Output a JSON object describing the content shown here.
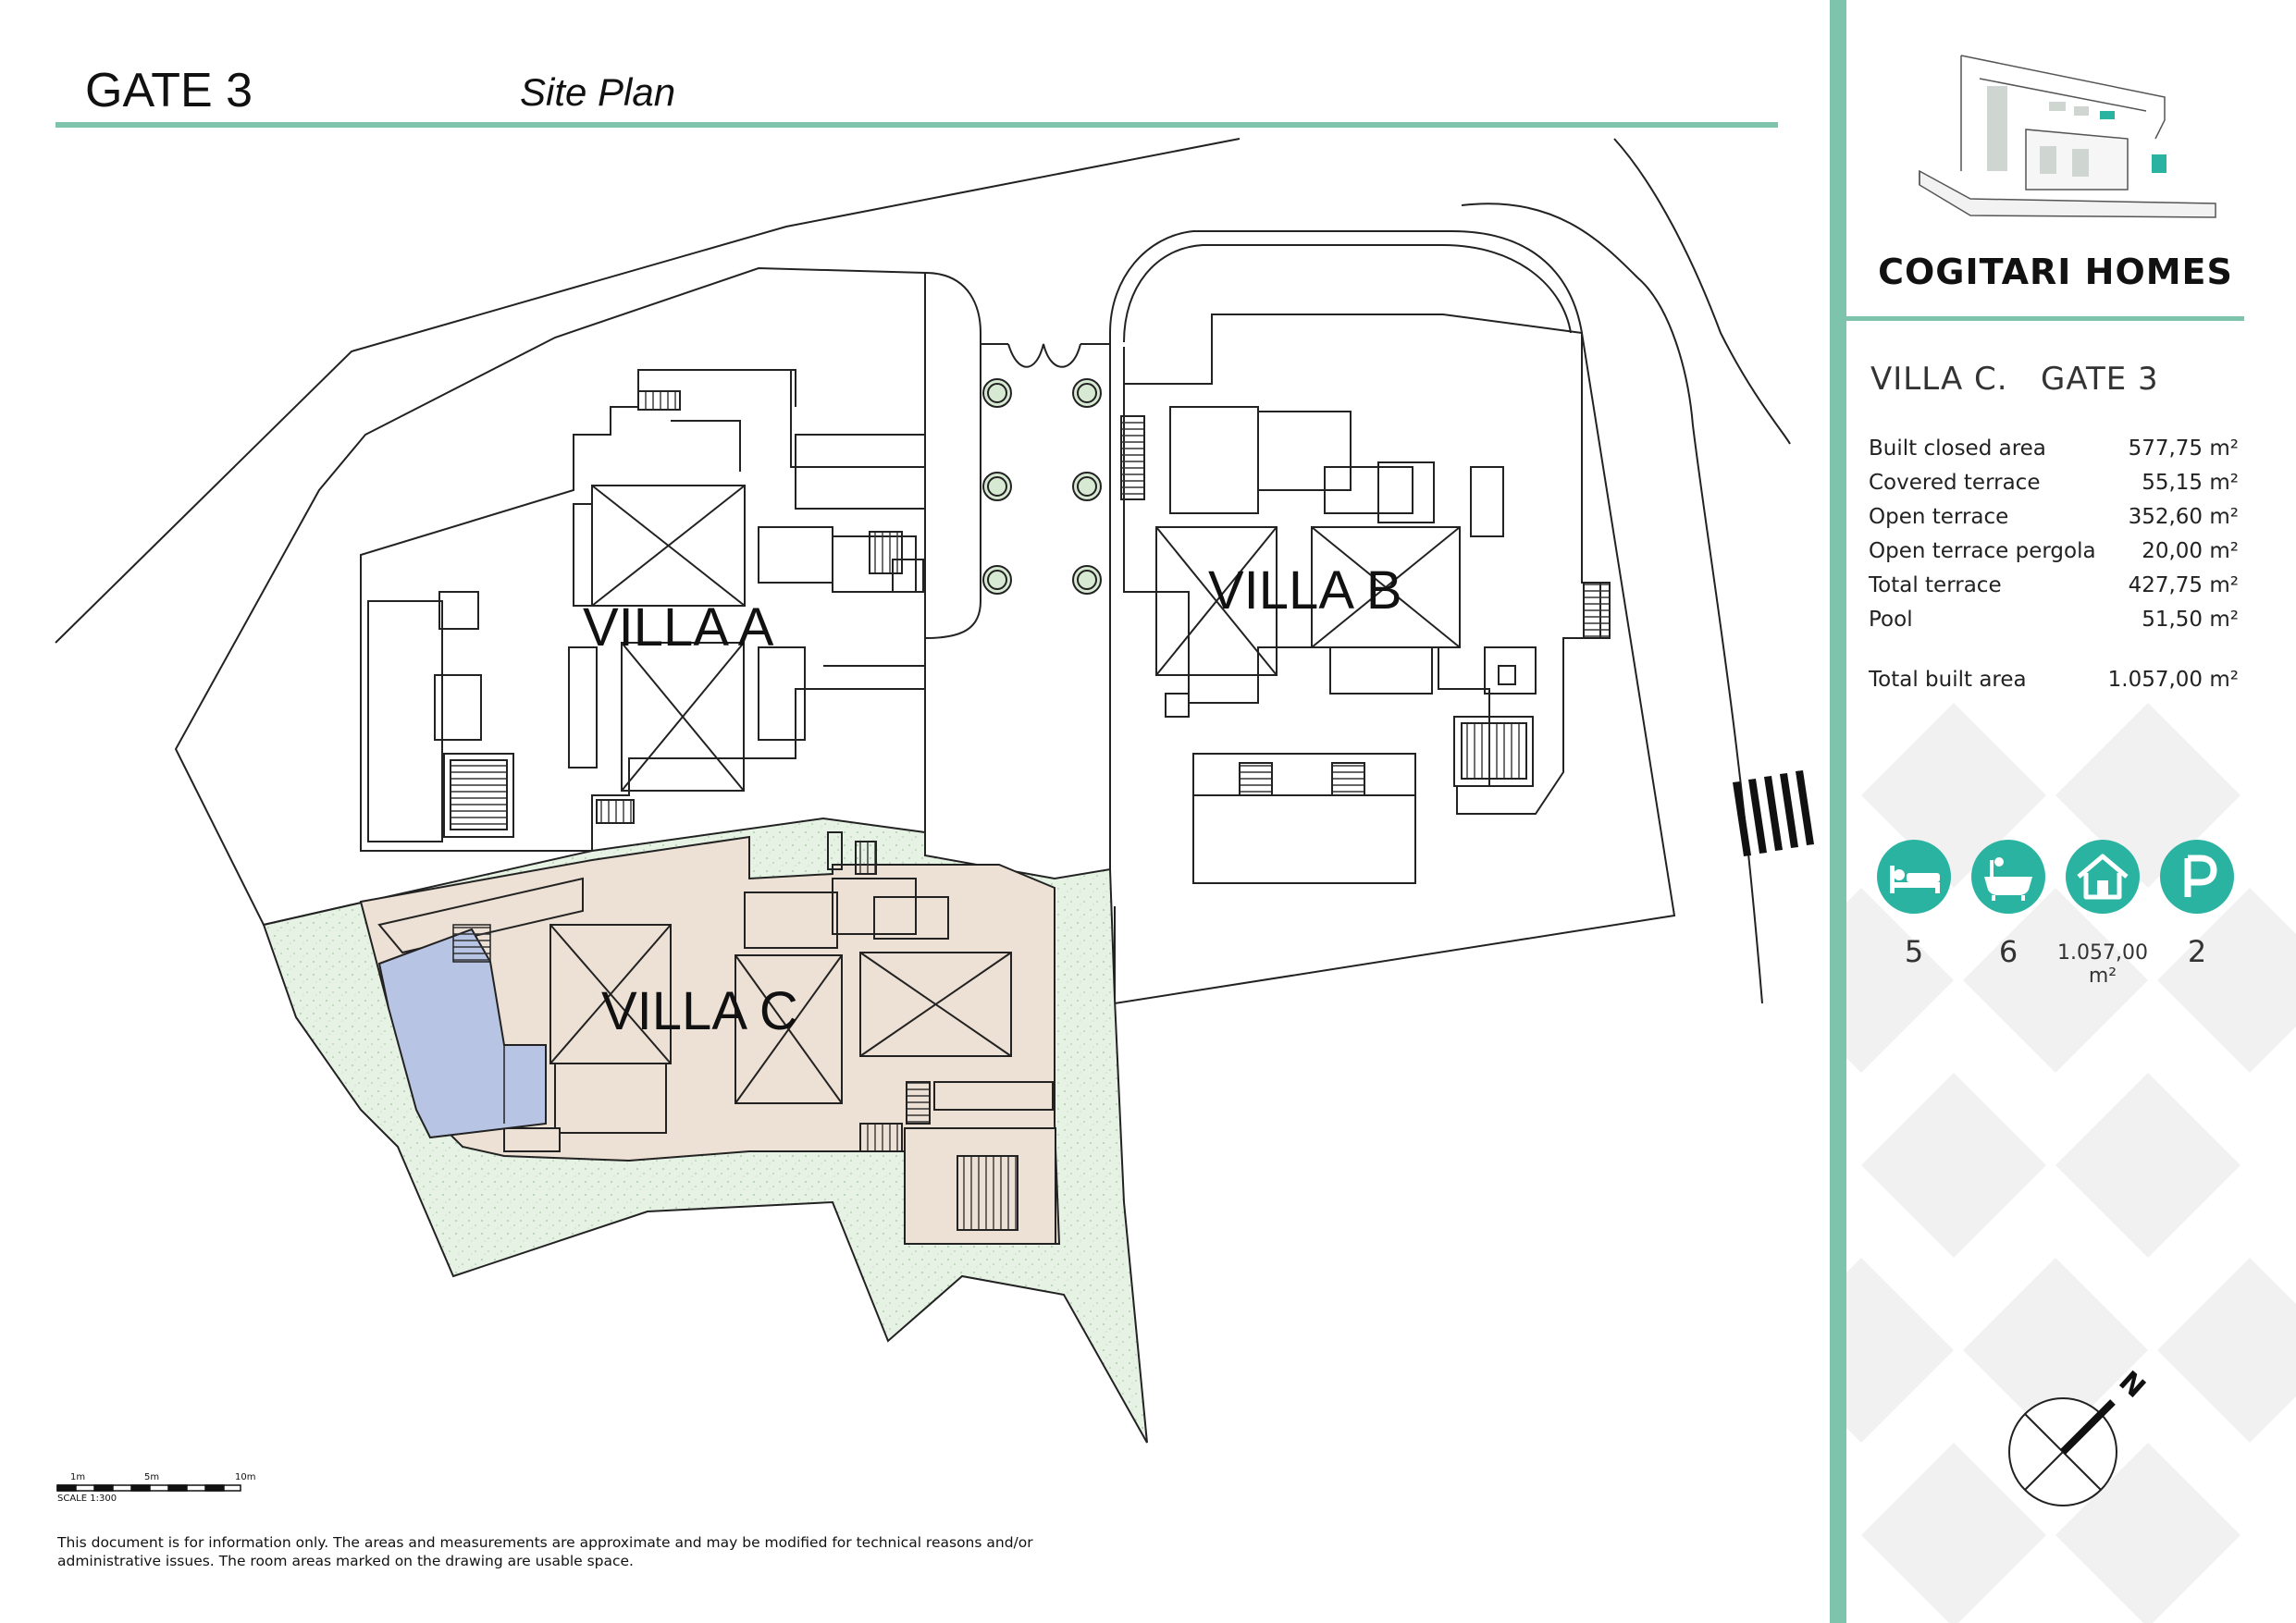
{
  "header": {
    "title": "GATE 3",
    "subtitle": "Site Plan"
  },
  "plan": {
    "villa_labels": [
      "VILLA A",
      "VILLA B",
      "VILLA C"
    ],
    "scale_ticks": [
      "1m",
      "5m",
      "10m"
    ],
    "scale_caption": "SCALE 1:300"
  },
  "disclaimer": "This document is for information only. The areas and measurements are approximate and may be modified for technical reasons and/or administrative issues. The room areas marked on the drawing are usable space.",
  "sidebar": {
    "brand": "COGITARI HOMES",
    "heading": "VILLA C.   GATE 3",
    "areas": [
      {
        "label": "Built closed area",
        "value": "577,75 m²"
      },
      {
        "label": "Covered terrace",
        "value": "55,15 m²"
      },
      {
        "label": "Open terrace",
        "value": "352,60 m²"
      },
      {
        "label": "Open terrace pergola",
        "value": "20,00 m²"
      },
      {
        "label": "Total terrace",
        "value": "427,75 m²"
      },
      {
        "label": "Pool",
        "value": "51,50 m²"
      }
    ],
    "total": {
      "label": "Total built area",
      "value": "1.057,00 m²"
    },
    "features": [
      {
        "icon": "bed-icon",
        "value": "5"
      },
      {
        "icon": "bathtub-icon",
        "value": "6"
      },
      {
        "icon": "house-icon",
        "value": "1.057,00 m²"
      },
      {
        "icon": "parking-icon",
        "value": "2"
      }
    ],
    "compass_label": "N"
  },
  "colors": {
    "accent": "#7ec4ac",
    "icon_teal": "#2ab3a1",
    "villa_c_fill": "#ede0d4",
    "garden_fill": "#e3f1e2",
    "pool_fill": "#b8c4e4"
  }
}
